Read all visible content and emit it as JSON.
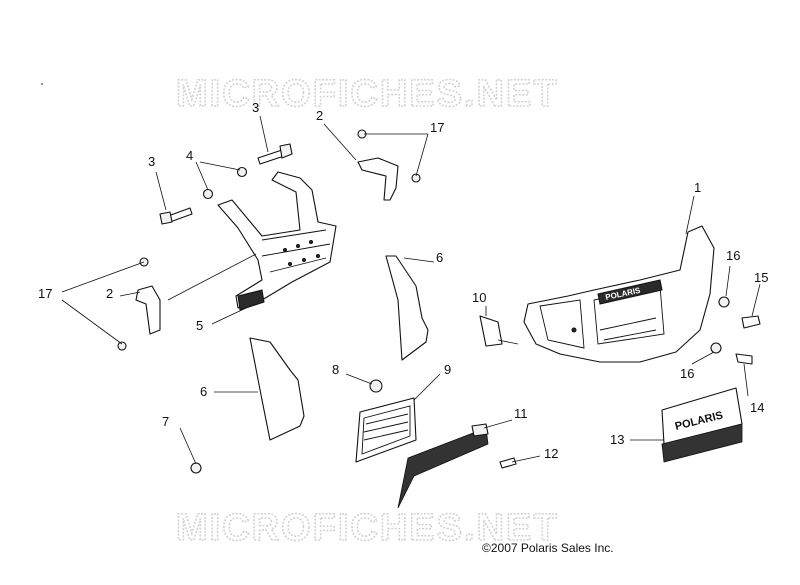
{
  "watermark": {
    "text": "MICROFICHES.NET"
  },
  "copyright": "©2007 Polaris Sales Inc.",
  "callouts": [
    "1",
    "2",
    "3",
    "3",
    "4",
    "2",
    "17",
    "17",
    "5",
    "6",
    "6",
    "7",
    "8",
    "9",
    "10",
    "11",
    "12",
    "13",
    "14",
    "15",
    "16",
    "16"
  ],
  "grille_brand": "POLARIS",
  "bumper_brand": "POLARIS"
}
